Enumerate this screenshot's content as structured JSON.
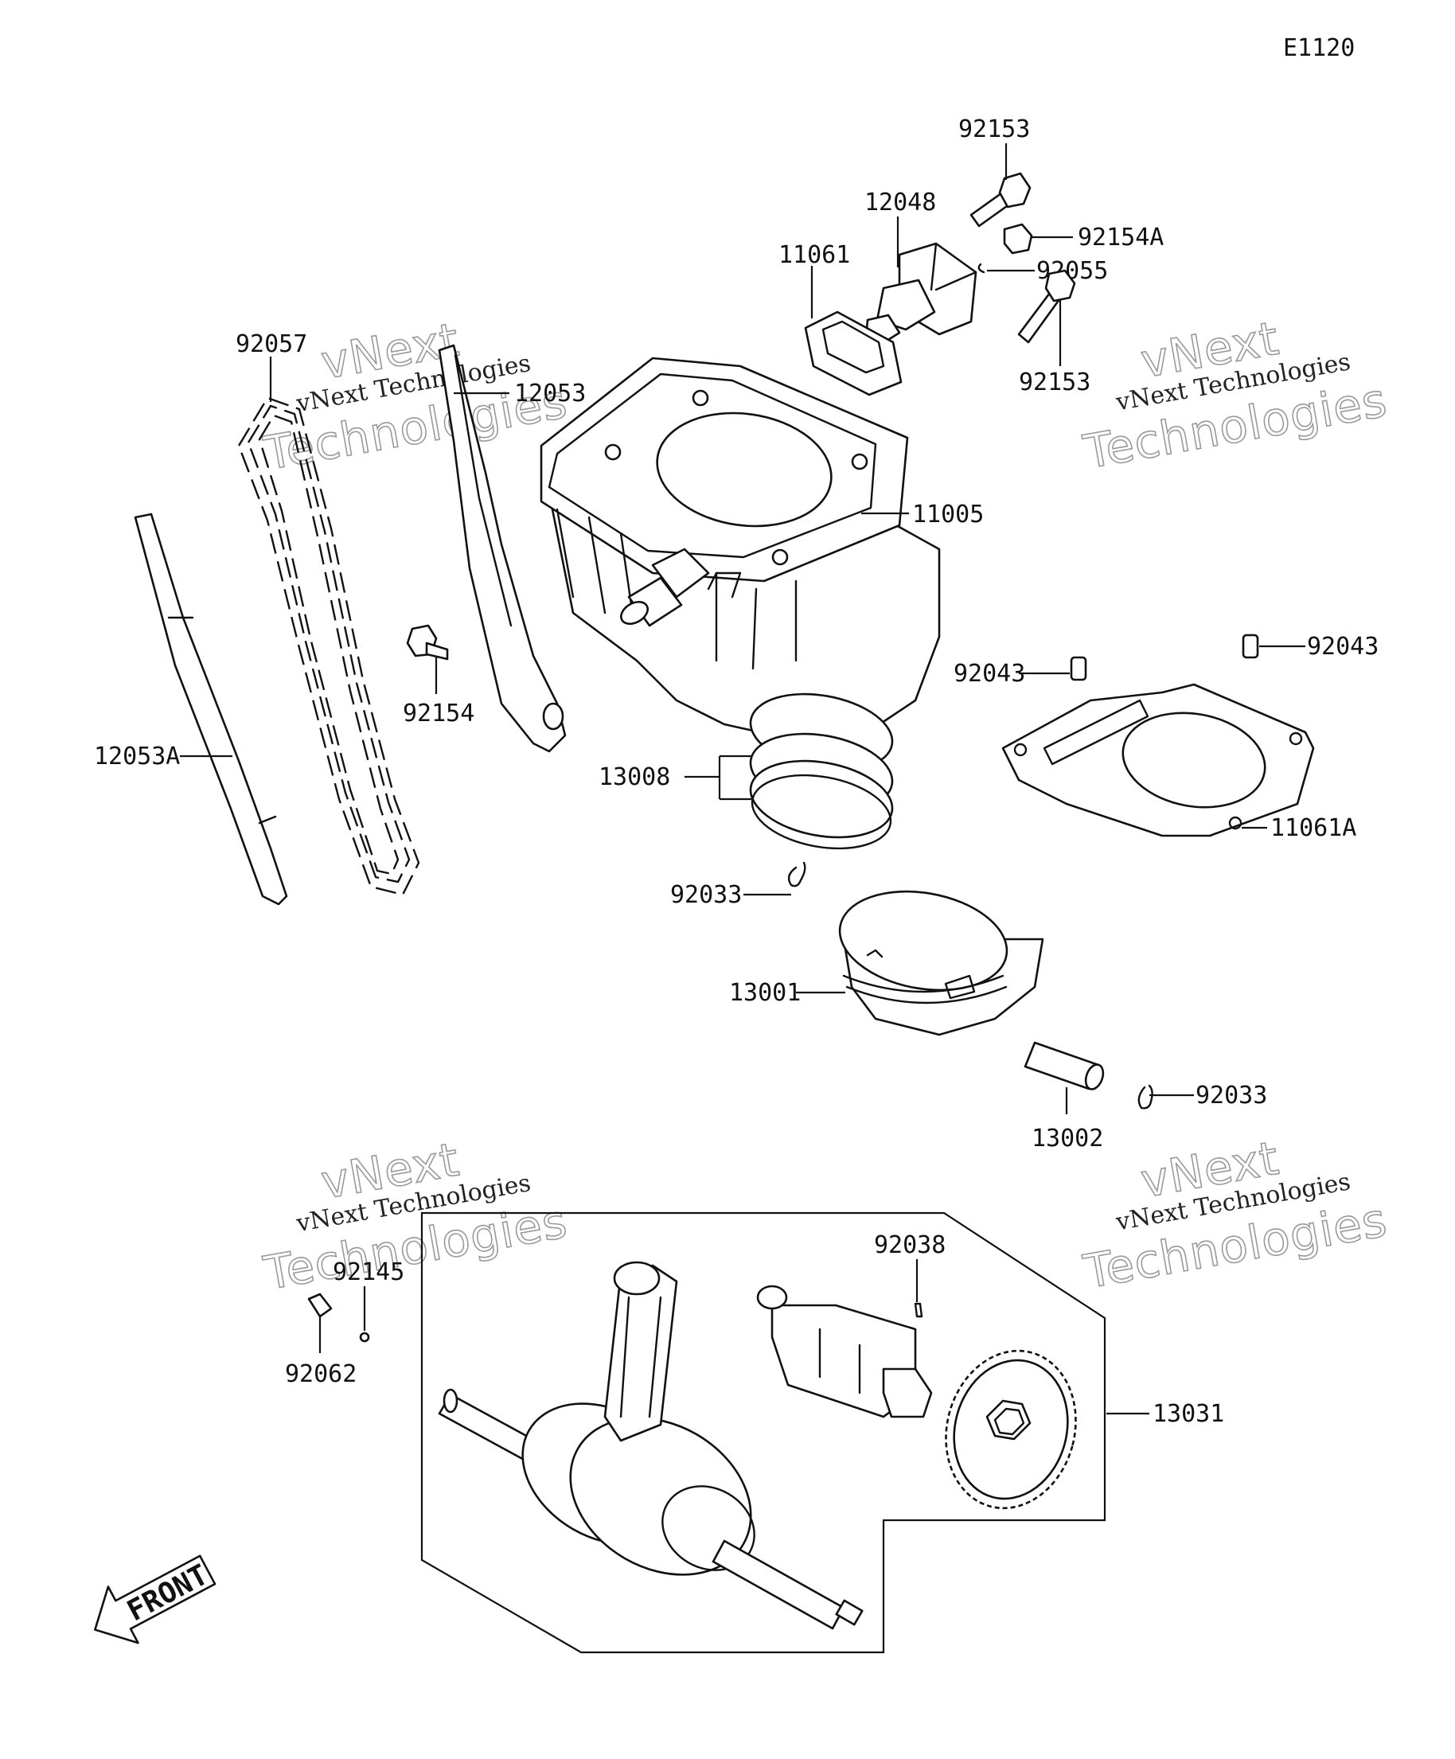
{
  "diagram_code": "E1120",
  "watermark": {
    "line1": "vNext Technologies",
    "line2": "vNext",
    "line3": "Technologies"
  },
  "direction_label": "FRONT",
  "parts": [
    {
      "id": "p1",
      "number": "92153"
    },
    {
      "id": "p2",
      "number": "12048"
    },
    {
      "id": "p3",
      "number": "92154A"
    },
    {
      "id": "p4",
      "number": "11061"
    },
    {
      "id": "p5",
      "number": "92055"
    },
    {
      "id": "p6",
      "number": "92153"
    },
    {
      "id": "p7",
      "number": "92057"
    },
    {
      "id": "p8",
      "number": "12053"
    },
    {
      "id": "p9",
      "number": "11005"
    },
    {
      "id": "p10",
      "number": "92154"
    },
    {
      "id": "p11",
      "number": "92043"
    },
    {
      "id": "p12",
      "number": "92043"
    },
    {
      "id": "p13",
      "number": "12053A"
    },
    {
      "id": "p14",
      "number": "13008"
    },
    {
      "id": "p15",
      "number": "11061A"
    },
    {
      "id": "p16",
      "number": "92033"
    },
    {
      "id": "p17",
      "number": "13001"
    },
    {
      "id": "p18",
      "number": "92033"
    },
    {
      "id": "p19",
      "number": "13002"
    },
    {
      "id": "p20",
      "number": "92038"
    },
    {
      "id": "p21",
      "number": "92145"
    },
    {
      "id": "p22",
      "number": "92062"
    },
    {
      "id": "p23",
      "number": "13031"
    }
  ]
}
